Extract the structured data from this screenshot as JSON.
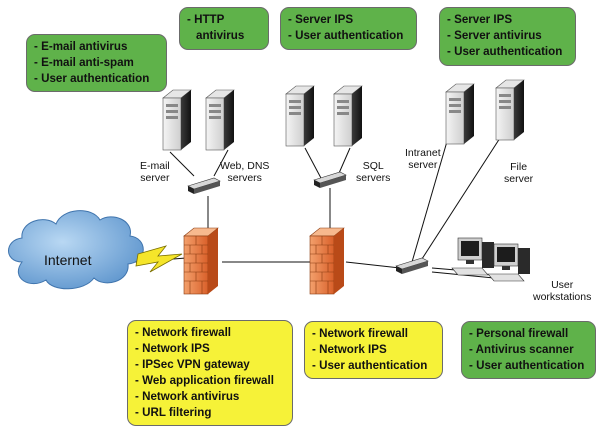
{
  "boxes": {
    "email_server_box": [
      "E-mail antivirus",
      "E-mail anti-spam",
      "User authentication"
    ],
    "web_server_box": [
      "HTTP",
      "antivirus"
    ],
    "sql_server_box": [
      "Server IPS",
      "User authentication"
    ],
    "file_server_box": [
      "Server IPS",
      "Server antivirus",
      "User authentication"
    ],
    "perimeter_firewall_box": [
      "Network firewall",
      "Network IPS",
      "IPSec VPN gateway",
      "Web application firewall",
      "Network antivirus",
      "URL filtering"
    ],
    "internal_firewall_box": [
      "Network firewall",
      "Network IPS",
      "User authentication"
    ],
    "workstation_box": [
      "Personal firewall",
      "Antivirus scanner",
      "User authentication"
    ]
  },
  "labels": {
    "internet": "Internet",
    "email_server": "E-mail\nserver",
    "web_dns_servers": "Web, DNS\nservers",
    "sql_servers": "SQL\nservers",
    "intranet_server": "Intranet\nserver",
    "file_server": "File\nserver",
    "user_workstations": "User\nworkstations"
  },
  "colors": {
    "green_box": "#5fb24a",
    "yellow_box": "#f6f238",
    "firewall_brick": "#e8793a",
    "cloud": "#6fa8dc",
    "lightning": "#f5e52a"
  }
}
